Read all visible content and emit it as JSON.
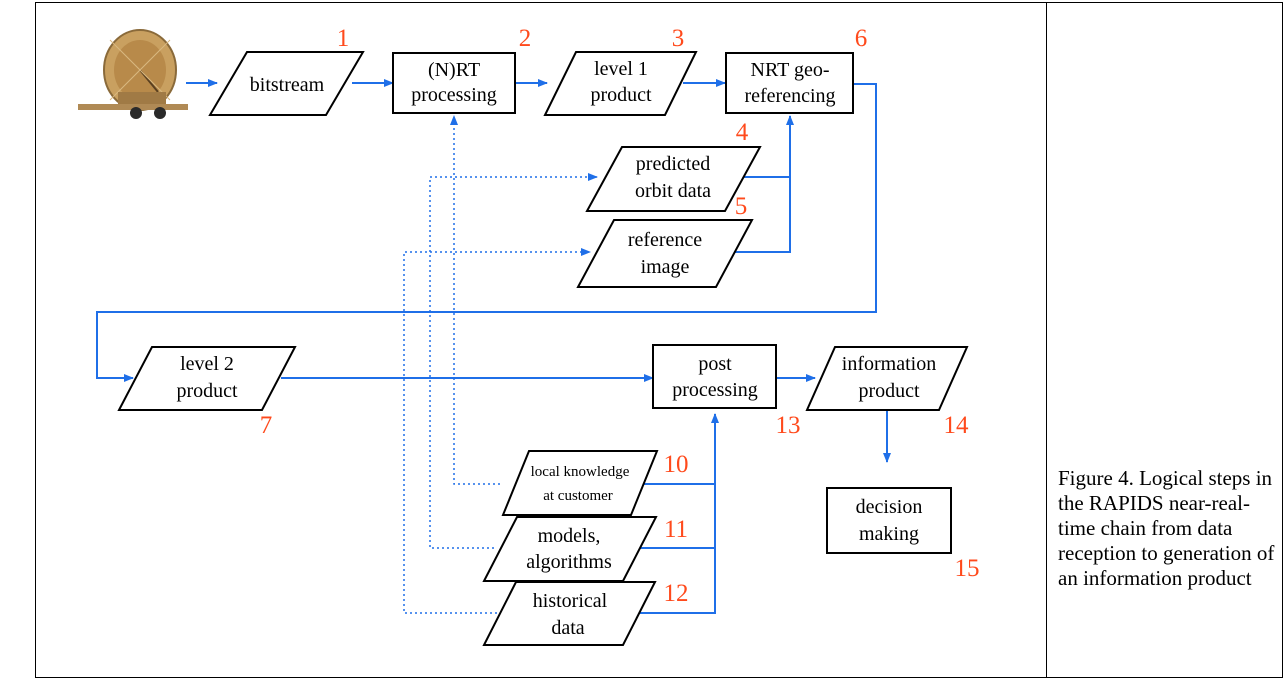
{
  "colors": {
    "solid_arrow": "#1f6fe8",
    "dotted_arrow": "#1f6fe8",
    "step_number": "#ff4a1c",
    "box_border": "#000000"
  },
  "icons": {
    "source": "satellite-dish-trailer-icon"
  },
  "nodes": [
    {
      "id": "n1",
      "shape": "parallelogram",
      "lines": [
        "bitstream"
      ],
      "number": "1"
    },
    {
      "id": "n2",
      "shape": "rectangle",
      "lines": [
        "(N)RT",
        "processing"
      ],
      "number": "2"
    },
    {
      "id": "n3",
      "shape": "parallelogram",
      "lines": [
        "level 1",
        "product"
      ],
      "number": "3"
    },
    {
      "id": "n6",
      "shape": "rectangle",
      "lines": [
        "NRT geo-",
        "referencing"
      ],
      "number": "6"
    },
    {
      "id": "n4",
      "shape": "parallelogram",
      "lines": [
        "predicted",
        "orbit data"
      ],
      "number": "4"
    },
    {
      "id": "n5",
      "shape": "parallelogram",
      "lines": [
        "reference",
        "image"
      ],
      "number": "5"
    },
    {
      "id": "n7",
      "shape": "parallelogram",
      "lines": [
        "level 2",
        "product"
      ],
      "number": "7"
    },
    {
      "id": "n13",
      "shape": "rectangle",
      "lines": [
        "post",
        "processing"
      ],
      "number": "13"
    },
    {
      "id": "n14",
      "shape": "parallelogram",
      "lines": [
        "information",
        "product"
      ],
      "number": "14"
    },
    {
      "id": "n15",
      "shape": "rectangle",
      "lines": [
        "decision",
        "making"
      ],
      "number": "15"
    },
    {
      "id": "n10",
      "shape": "parallelogram",
      "lines": [
        "local knowledge",
        "at customer"
      ],
      "number": "10"
    },
    {
      "id": "n11",
      "shape": "parallelogram",
      "lines": [
        "models,",
        "algorithms"
      ],
      "number": "11"
    },
    {
      "id": "n12",
      "shape": "parallelogram",
      "lines": [
        "historical",
        "data"
      ],
      "number": "12"
    }
  ],
  "edges": [
    {
      "from": "source",
      "to": "n1",
      "style": "solid"
    },
    {
      "from": "n1",
      "to": "n2",
      "style": "solid"
    },
    {
      "from": "n2",
      "to": "n3",
      "style": "solid"
    },
    {
      "from": "n3",
      "to": "n6",
      "style": "solid"
    },
    {
      "from": "n4",
      "to": "n6",
      "style": "solid"
    },
    {
      "from": "n5",
      "to": "n6",
      "style": "solid"
    },
    {
      "from": "n6",
      "to": "n7",
      "style": "solid"
    },
    {
      "from": "n7",
      "to": "n13",
      "style": "solid"
    },
    {
      "from": "n13",
      "to": "n14",
      "style": "solid"
    },
    {
      "from": "n14",
      "to": "n15",
      "style": "solid"
    },
    {
      "from": "n10",
      "to": "n13",
      "style": "solid"
    },
    {
      "from": "n11",
      "to": "n13",
      "style": "solid"
    },
    {
      "from": "n12",
      "to": "n13",
      "style": "solid"
    },
    {
      "from": "n10",
      "to": "n2",
      "style": "dotted"
    },
    {
      "from": "n11",
      "to": "n4",
      "style": "dotted"
    },
    {
      "from": "n12",
      "to": "n5",
      "style": "dotted"
    }
  ],
  "caption": "Figure 4. Logical steps in the RAPIDS near-real-time chain from data reception to generation of an information product"
}
